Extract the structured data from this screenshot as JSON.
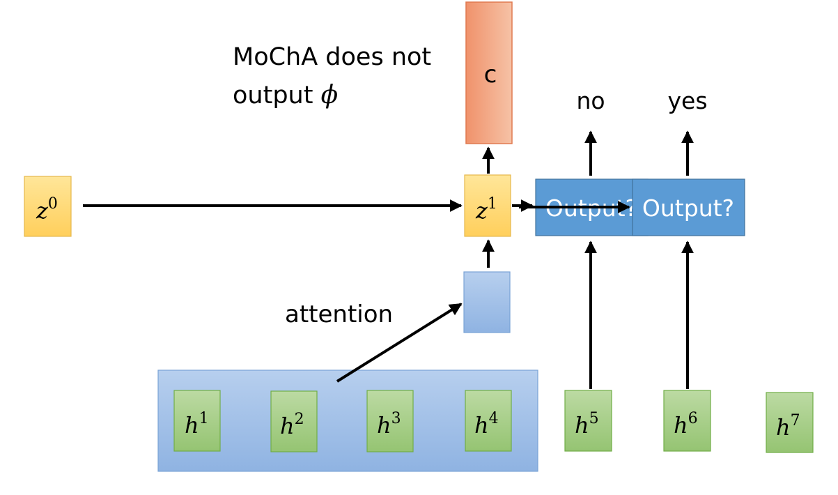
{
  "note": {
    "line1": "MoChA does not",
    "line2_text": "output ",
    "line2_symbol": "ϕ"
  },
  "context_box": {
    "label": "c"
  },
  "decoder_states": [
    {
      "base": "z",
      "sup": "0"
    },
    {
      "base": "z",
      "sup": "1"
    }
  ],
  "decisions": [
    {
      "box_label": "Output?",
      "answer": "no"
    },
    {
      "box_label": "Output?",
      "answer": "yes"
    }
  ],
  "attention_label": "attention",
  "encoder_states": [
    {
      "base": "h",
      "sup": "1"
    },
    {
      "base": "h",
      "sup": "2"
    },
    {
      "base": "h",
      "sup": "3"
    },
    {
      "base": "h",
      "sup": "4"
    },
    {
      "base": "h",
      "sup": "5"
    },
    {
      "base": "h",
      "sup": "6"
    },
    {
      "base": "h",
      "sup": "7"
    }
  ],
  "colors": {
    "orange_box": "#f4a582",
    "yellow_box": "#ffd966",
    "blue_box": "#5b9bd5",
    "light_blue": "#a4c2e8",
    "green_box": "#a9d08e",
    "arrow": "#000000"
  }
}
